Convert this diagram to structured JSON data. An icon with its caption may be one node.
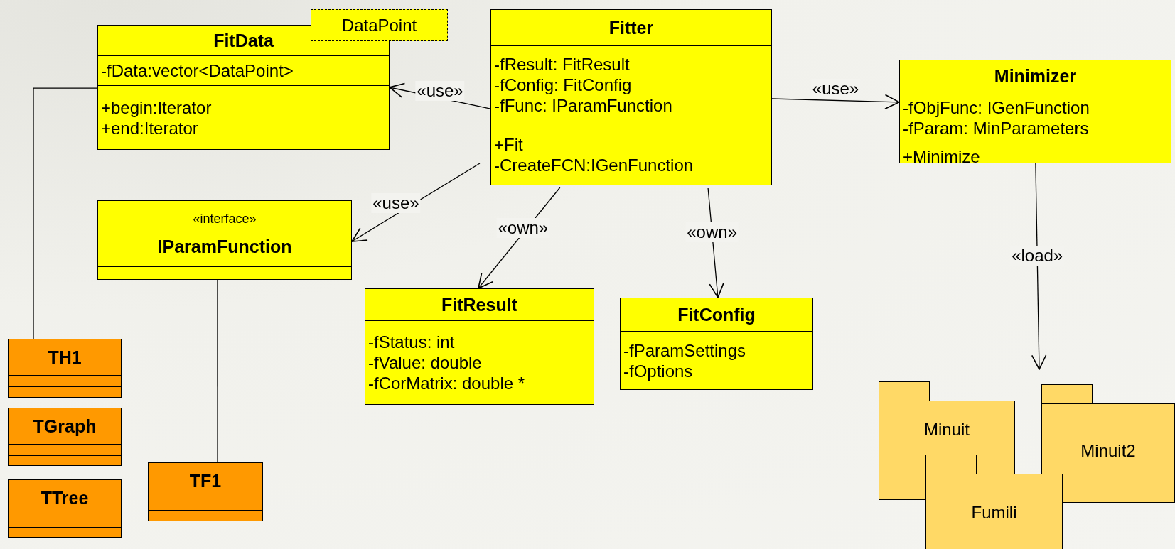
{
  "diagram": {
    "nodes": [
      {
        "text": [
          "FitData",
          "-fData:vector<DataPoint>",
          "+begin:Iterator",
          "+end:Iterator"
        ]
      },
      {
        "text": [
          "DataPoint"
        ]
      },
      {
        "text": [
          "Fitter",
          "-fResult: FitResult",
          "-fConfig: FitConfig",
          "-fFunc: IParamFunction",
          "+Fit",
          "-CreateFCN:IGenFunction"
        ]
      },
      {
        "text": [
          "Minimizer",
          "-fObjFunc: IGenFunction",
          "-fParam: MinParameters",
          "+Minimize"
        ]
      },
      {
        "text": [
          "«interface»",
          "IParamFunction"
        ]
      },
      {
        "text": [
          "FitResult",
          "-fStatus: int",
          "-fValue: double",
          "-fCorMatrix: double *"
        ]
      },
      {
        "text": [
          "FitConfig",
          "-fParamSettings",
          "-fOptions"
        ]
      },
      {
        "text": [
          "TH1"
        ]
      },
      {
        "text": [
          "TGraph"
        ]
      },
      {
        "text": [
          "TTree"
        ]
      },
      {
        "text": [
          "TF1"
        ]
      },
      {
        "text": [
          "Minuit"
        ]
      },
      {
        "text": [
          "Minuit2"
        ]
      },
      {
        "text": [
          "Fumili"
        ]
      }
    ],
    "edges": [
      {
        "from": 2,
        "to": 0,
        "arrow": "to",
        "label": "«use»"
      },
      {
        "from": 2,
        "to": 3,
        "arrow": "to",
        "label": "«use»"
      },
      {
        "from": 2,
        "to": 4,
        "arrow": "to",
        "label": "«use»"
      },
      {
        "from": 2,
        "to": 5,
        "arrow": "to",
        "label": "«own»"
      },
      {
        "from": 2,
        "to": 6,
        "arrow": "to",
        "label": "«own»"
      },
      {
        "from": 3,
        "to": 12,
        "arrow": "to",
        "label": "«load»"
      },
      {
        "from": 0,
        "to": 7,
        "arrow": "none"
      },
      {
        "from": 4,
        "to": 10,
        "arrow": "none"
      }
    ]
  }
}
